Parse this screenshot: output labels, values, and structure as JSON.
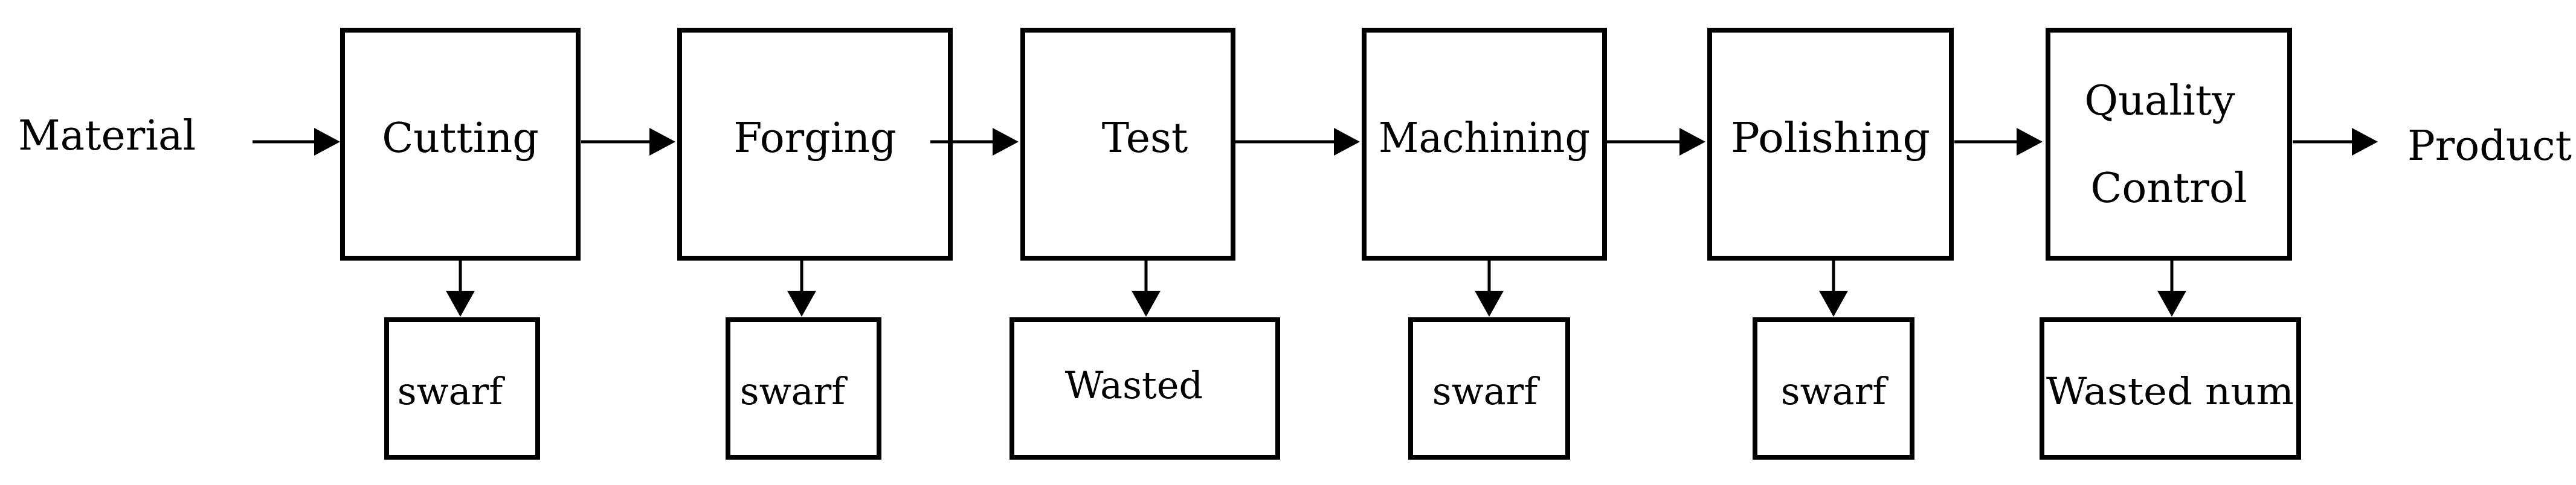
{
  "input_label": "Material",
  "output_label": "Product",
  "stages": [
    {
      "id": "cutting",
      "label_lines": [
        "Cutting"
      ],
      "waste": "swarf"
    },
    {
      "id": "forging",
      "label_lines": [
        "Forging"
      ],
      "waste": "swarf"
    },
    {
      "id": "test",
      "label_lines": [
        "Test"
      ],
      "waste": "Wasted"
    },
    {
      "id": "machining",
      "label_lines": [
        "Machining"
      ],
      "waste": "swarf"
    },
    {
      "id": "polishing",
      "label_lines": [
        "Polishing"
      ],
      "waste": "swarf"
    },
    {
      "id": "quality-control",
      "label_lines": [
        "Quality",
        "Control"
      ],
      "waste": "Wasted num"
    }
  ]
}
